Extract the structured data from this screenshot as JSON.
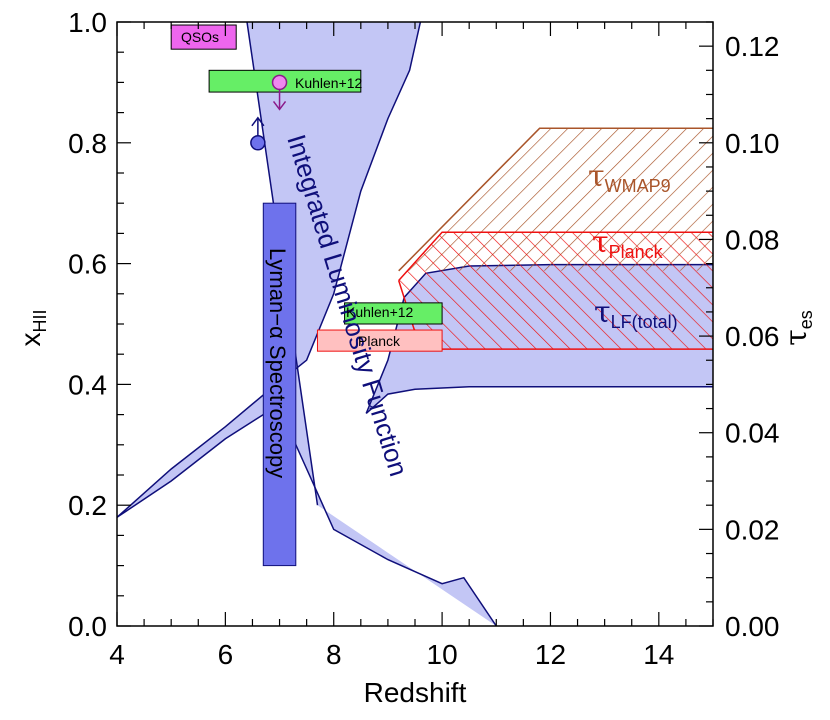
{
  "colors": {
    "band_fill": "#c3c6f5",
    "band_stroke": "#0f0f7a",
    "lya_fill": "#6e72ec",
    "wmap_stroke": "#a9552a",
    "planck_stroke": "#ee1111",
    "green_box": "#66ee66",
    "magenta_box": "#ee66ee",
    "pink_box": "#ffc0c0",
    "qso_point": "#ee88ee",
    "qso_stroke": "#8a1a8a",
    "lya_point": "#6e72ec"
  },
  "chart_data": {
    "type": "area",
    "xlabel": "Redshift",
    "ylabel": "x",
    "ylabel_sub": "HII",
    "y2label": "τ",
    "y2label_sub": "es",
    "xlim": [
      4,
      15
    ],
    "ylim": [
      0,
      1
    ],
    "y2lim": [
      0,
      0.125
    ],
    "x_ticks": [
      "4",
      "6",
      "8",
      "10",
      "12",
      "14"
    ],
    "y_ticks": [
      "0.0",
      "0.2",
      "0.4",
      "0.6",
      "0.8",
      "1.0"
    ],
    "y2_ticks": [
      "0.00",
      "0.02",
      "0.04",
      "0.06",
      "0.08",
      "0.10",
      "0.12"
    ],
    "grid": false,
    "legend": "none",
    "series": [
      {
        "name": "Integrated Luminosity Function",
        "axis": "left",
        "kind": "band",
        "upper": [
          [
            4.0,
            0.18
          ],
          [
            5.0,
            0.26
          ],
          [
            6.0,
            0.33
          ],
          [
            6.8,
            0.39
          ],
          [
            7.5,
            0.44
          ],
          [
            8.0,
            0.55
          ],
          [
            8.5,
            0.72
          ],
          [
            9.0,
            0.84
          ],
          [
            9.4,
            0.92
          ],
          [
            9.6,
            1.0
          ]
        ],
        "lower": [
          [
            4.0,
            0.18
          ],
          [
            5.0,
            0.24
          ],
          [
            6.0,
            0.31
          ],
          [
            6.7,
            0.35
          ],
          [
            7.2,
            0.32
          ],
          [
            7.6,
            0.24
          ],
          [
            8.0,
            0.16
          ],
          [
            9.0,
            0.11
          ],
          [
            10.0,
            0.07
          ],
          [
            10.4,
            0.08
          ],
          [
            11.0,
            0.0
          ]
        ],
        "upper_left": [
          [
            6.4,
            1.0
          ],
          [
            7.7,
            0.2
          ]
        ]
      },
      {
        "name": "τLF(total)",
        "axis": "right",
        "kind": "band",
        "upper": [
          [
            8.6,
            0.044
          ],
          [
            9.0,
            0.055
          ],
          [
            9.3,
            0.068
          ],
          [
            9.7,
            0.073
          ],
          [
            10.5,
            0.0745
          ],
          [
            12,
            0.0748
          ],
          [
            15,
            0.0748
          ]
        ],
        "lower": [
          [
            8.6,
            0.044
          ],
          [
            9.0,
            0.048
          ],
          [
            9.5,
            0.049
          ],
          [
            10.5,
            0.0495
          ],
          [
            12,
            0.0495
          ],
          [
            15,
            0.0495
          ]
        ]
      },
      {
        "name": "τWMAP9",
        "axis": "right",
        "kind": "hatched_band",
        "upper": [
          [
            9.2,
            0.0735
          ],
          [
            11.8,
            0.103
          ],
          [
            15,
            0.103
          ]
        ],
        "lower": [
          [
            9.2,
            0.0735
          ],
          [
            11.3,
            0.0735
          ],
          [
            15,
            0.0735
          ]
        ]
      },
      {
        "name": "τPlanck",
        "axis": "right",
        "kind": "hatched_band",
        "upper": [
          [
            9.2,
            0.0715
          ],
          [
            10.0,
            0.0815
          ],
          [
            15,
            0.0815
          ]
        ],
        "lower": [
          [
            9.2,
            0.0715
          ],
          [
            9.6,
            0.0573
          ],
          [
            15,
            0.0573
          ]
        ]
      }
    ],
    "constraints": [
      {
        "name": "QSOs",
        "kind": "box",
        "x": [
          5.0,
          6.2
        ],
        "y": [
          0.955,
          0.995
        ],
        "color": "magenta_box"
      },
      {
        "name": "Kuhlen+12",
        "kind": "box",
        "x": [
          5.7,
          8.5
        ],
        "y": [
          0.884,
          0.92
        ],
        "color": "green_box"
      },
      {
        "name": "Kuhlen+12",
        "kind": "box",
        "x": [
          8.2,
          10.0
        ],
        "y": [
          0.5,
          0.535
        ],
        "color": "green_box"
      },
      {
        "name": "Planck",
        "kind": "box",
        "x": [
          7.7,
          10.0
        ],
        "y": [
          0.455,
          0.49
        ],
        "color": "pink_box"
      },
      {
        "name": "Lyman-α Spectroscopy",
        "kind": "box",
        "x": [
          6.7,
          7.3
        ],
        "y": [
          0.1,
          0.7
        ],
        "color": "lya_fill"
      },
      {
        "name": "Kuhlen+12 point",
        "kind": "upper_limit",
        "x": 7.0,
        "y": 0.9,
        "color": "qso_point"
      },
      {
        "name": "Lyman-α point",
        "kind": "lower_limit",
        "x": 6.6,
        "y": 0.8,
        "color": "lya_point"
      }
    ],
    "annotations": {
      "ilf": "Integrated Luminosity Function",
      "lya": "Lyman−α  Spectroscopy",
      "qsos": "QSOs",
      "kuhlen": "Kuhlen+12",
      "planck_box": "Planck",
      "tau": "τ",
      "wmap_sub": "WMAP9",
      "planck_sub": "Planck",
      "lf_sub": "LF(total)"
    }
  }
}
